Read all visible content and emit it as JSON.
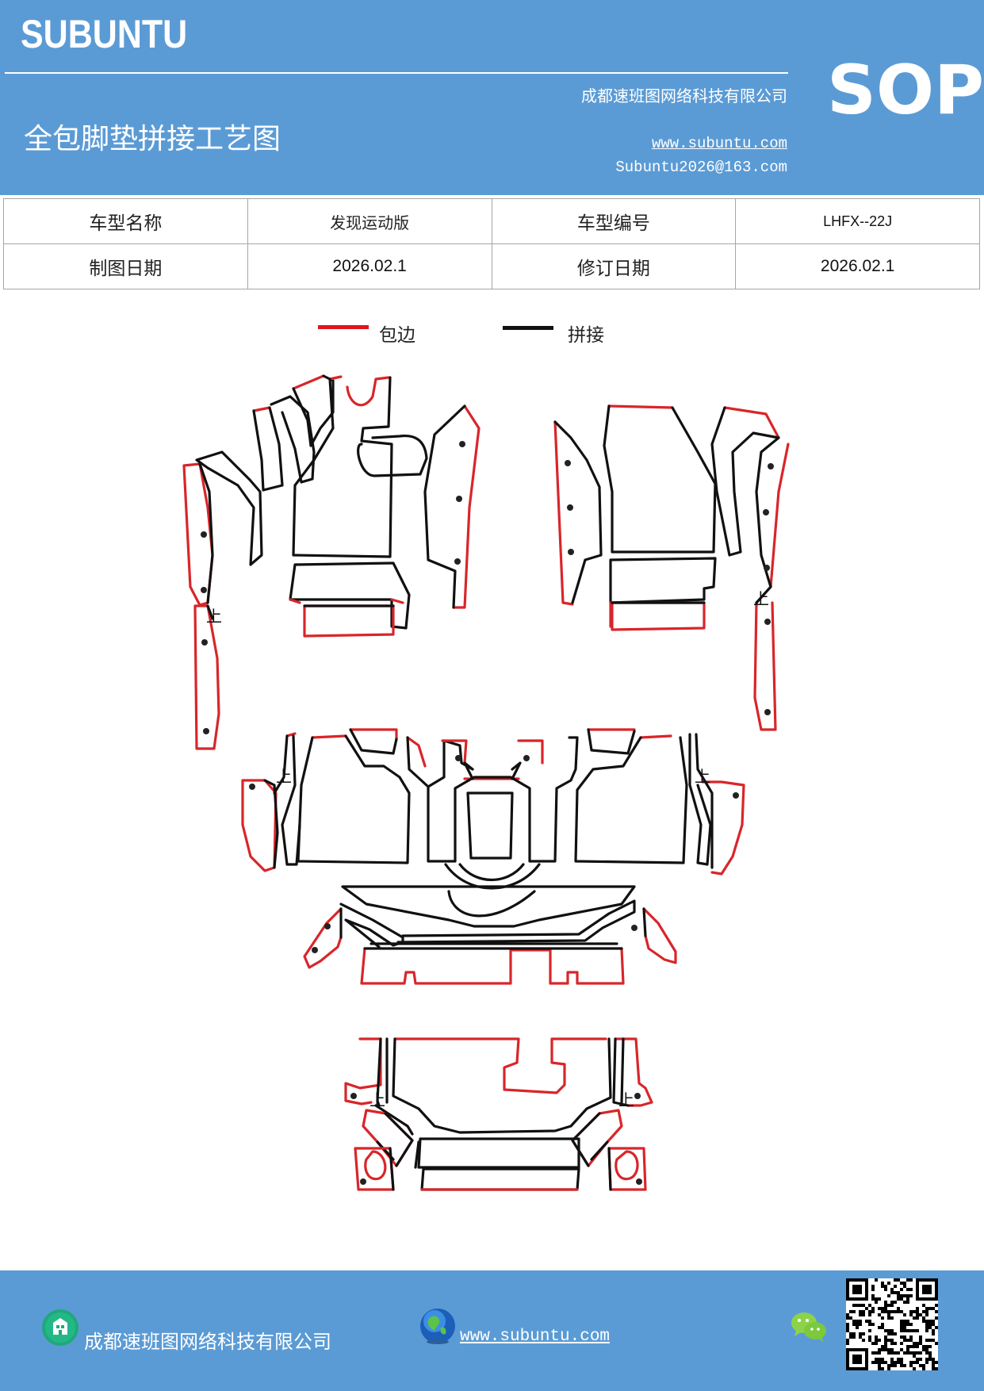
{
  "header": {
    "brand": "SUBUNTU",
    "company": "成都速班图网络科技有限公司",
    "title": "全包脚垫拼接工艺图",
    "website": "www.subuntu.com",
    "email": "Subuntu2026@163.com",
    "badge": "SOP"
  },
  "info_table": {
    "rows": [
      [
        {
          "text": "车型名称"
        },
        {
          "text": "发现运动版"
        },
        {
          "text": "车型编号"
        },
        {
          "text": "LHFX--22J"
        }
      ],
      [
        {
          "text": "制图日期"
        },
        {
          "text": "2026.02.1"
        },
        {
          "text": "修订日期"
        },
        {
          "text": "2026.02.1"
        }
      ]
    ]
  },
  "legend": {
    "items": [
      {
        "label": "包边",
        "color": "#e0161b"
      },
      {
        "label": "拼接",
        "color": "#111111"
      }
    ]
  },
  "diagram": {
    "up_marker": "上",
    "colors": {
      "edge": "#d8262a",
      "seam": "#111111"
    }
  },
  "footer": {
    "company": "成都速班图网络科技有限公司",
    "website": "www.subuntu.com",
    "icons": [
      "building-icon",
      "globe-icon",
      "wechat-icon",
      "qr-code"
    ]
  }
}
